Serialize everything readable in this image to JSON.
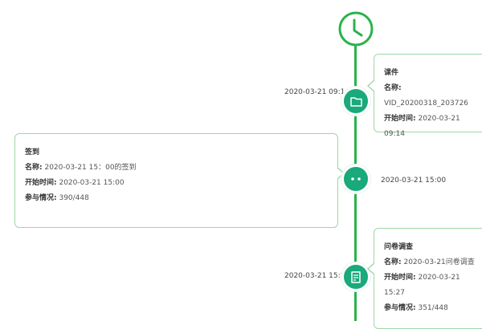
{
  "colors": {
    "accent": "#2ab24b",
    "node": "#19a97b",
    "border": "#9ed7a8"
  },
  "icons": [
    "clock-icon",
    "folder-icon",
    "sign-in-icon",
    "questionnaire-icon"
  ],
  "items": [
    {
      "time": "2020-03-21 09:14",
      "title": "课件",
      "name_label": "名称:",
      "name_value": "VID_20200318_203726",
      "start_label": "开始时间:",
      "start_value": "2020-03-21 09:14"
    },
    {
      "time": "2020-03-21 15:00",
      "title": "签到",
      "name_label": "名称:",
      "name_value": "2020-03-21 15：00的签到",
      "start_label": "开始时间:",
      "start_value": "2020-03-21 15:00",
      "join_label": "参与情况:",
      "join_value": "390/448"
    },
    {
      "time": "2020-03-21 15:27",
      "title": "问卷调查",
      "name_label": "名称:",
      "name_value": "2020-03-21问卷调查",
      "start_label": "开始时间:",
      "start_value": "2020-03-21 15:27",
      "join_label": "参与情况:",
      "join_value": "351/448"
    }
  ]
}
